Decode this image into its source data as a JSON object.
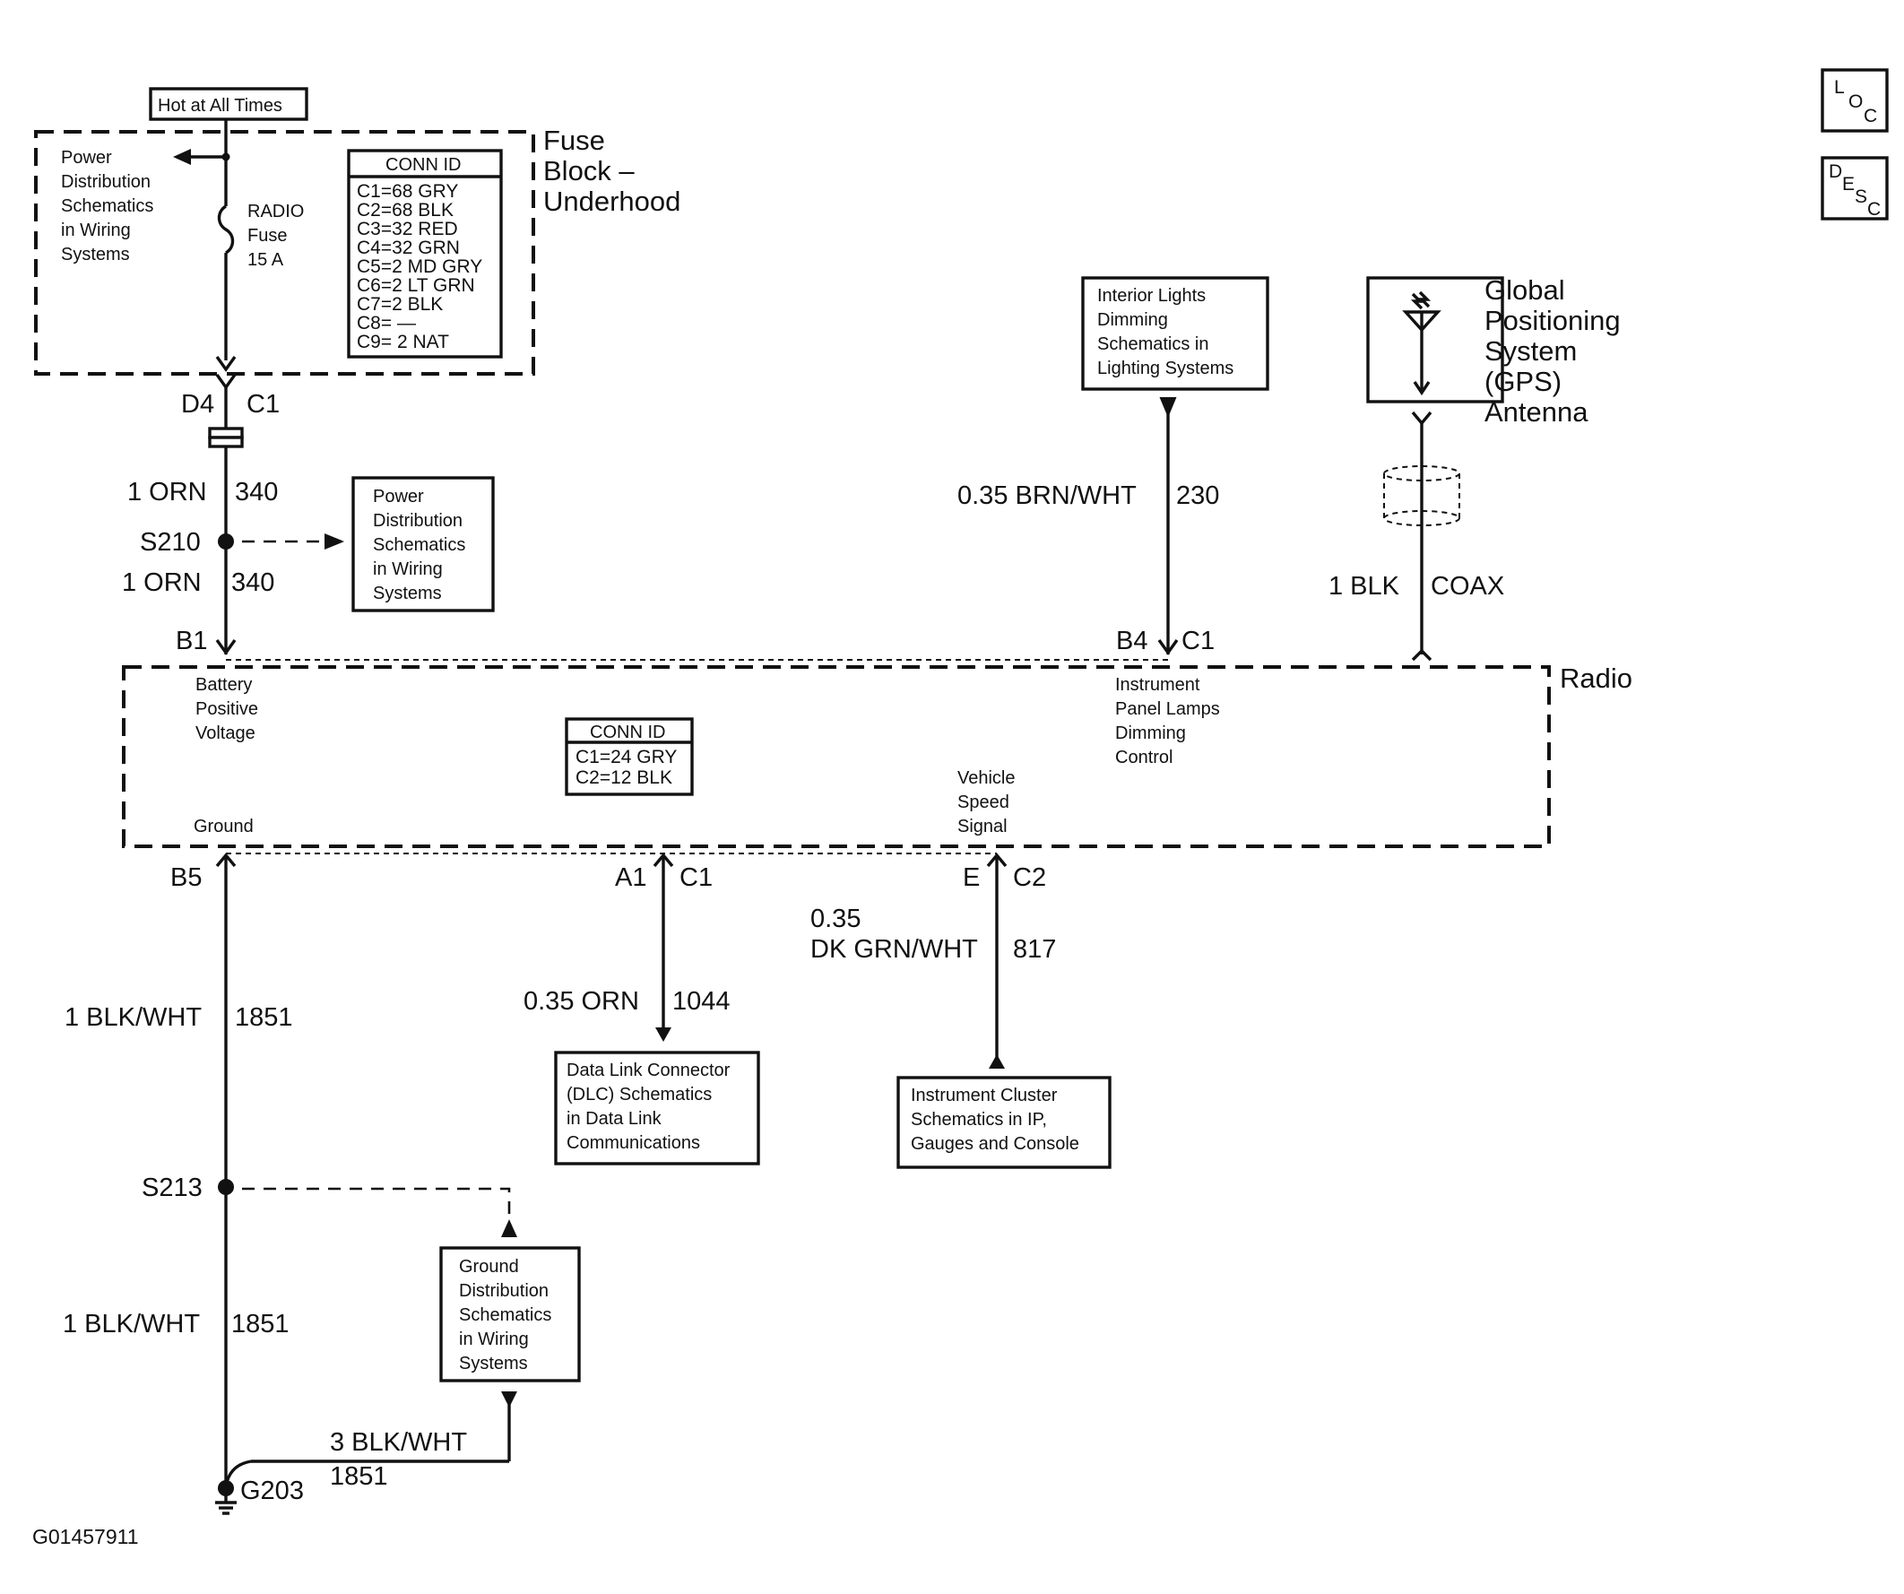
{
  "hot_label": "Hot at All Times",
  "fuse_block": {
    "title_lines": [
      "Fuse",
      "Block –",
      "Underhood"
    ],
    "power_note_lines": [
      "Power",
      "Distribution",
      "Schematics",
      "in Wiring",
      "Systems"
    ],
    "fuse_lines": [
      "RADIO",
      "Fuse",
      "15 A"
    ],
    "conn_title": "CONN ID",
    "conn_lines": [
      "C1=68 GRY",
      "C2=68 BLK",
      "C3=32 RED",
      "C4=32 GRN",
      "C5=2 MD GRY",
      "C6=2 LT GRN",
      "C7=2 BLK",
      "C8= —",
      "C9= 2 NAT"
    ]
  },
  "d4_pin": "D4",
  "d4_conn": "C1",
  "wire_orn_1": {
    "size": "1 ORN",
    "circuit": "340"
  },
  "s210": "S210",
  "wire_orn_2": {
    "size": "1 ORN",
    "circuit": "340"
  },
  "power_box_lines": [
    "Power",
    "Distribution",
    "Schematics",
    "in Wiring",
    "Systems"
  ],
  "interior_box_lines": [
    "Interior Lights",
    "Dimming",
    "Schematics in",
    "Lighting Systems"
  ],
  "wire_230": {
    "size": "0.35 BRN/WHT",
    "circuit": "230"
  },
  "gps": {
    "lines": [
      "Global",
      "Positioning",
      "System",
      "(GPS)",
      "Antenna"
    ]
  },
  "wire_coax": {
    "size": "1 BLK",
    "circuit": "COAX"
  },
  "b1_pin": "B1",
  "b4_pin": "B4",
  "b4_conn": "C1",
  "radio": {
    "title": "Radio",
    "battery_lines": [
      "Battery",
      "Positive",
      "Voltage"
    ],
    "ground": "Ground",
    "conn_title": "CONN ID",
    "conn_lines": [
      "C1=24 GRY",
      "C2=12 BLK"
    ],
    "lamps_lines": [
      "Instrument",
      "Panel Lamps",
      "Dimming",
      "Control"
    ],
    "vss_lines": [
      "Vehicle",
      "Speed",
      "Signal"
    ]
  },
  "b5_pin": "B5",
  "a1_pin": "A1",
  "a1_conn": "C1",
  "e_pin": "E",
  "e_conn": "C2",
  "wire_1851_a": {
    "size": "1 BLK/WHT",
    "circuit": "1851"
  },
  "wire_1044": {
    "size": "0.35 ORN",
    "circuit": "1044"
  },
  "wire_817": {
    "size_line1": "0.35",
    "size_line2": "DK GRN/WHT",
    "circuit": "817"
  },
  "dlc_box_lines": [
    "Data Link Connector",
    "(DLC) Schematics",
    "in Data Link",
    "Communications"
  ],
  "cluster_box_lines": [
    "Instrument Cluster",
    "Schematics in IP,",
    "Gauges and Console"
  ],
  "s213": "S213",
  "ground_box_lines": [
    "Ground",
    "Distribution",
    "Schematics",
    "in Wiring",
    "Systems"
  ],
  "wire_1851_b": {
    "size": "1 BLK/WHT",
    "circuit": "1851"
  },
  "wire_1851_c": {
    "size": "3 BLK/WHT",
    "circuit": "1851"
  },
  "g203": "G203",
  "figure_id": "G01457911",
  "nav": {
    "loc": [
      "L",
      "O",
      "C"
    ],
    "desc": [
      "D",
      "E",
      "S",
      "C"
    ]
  }
}
